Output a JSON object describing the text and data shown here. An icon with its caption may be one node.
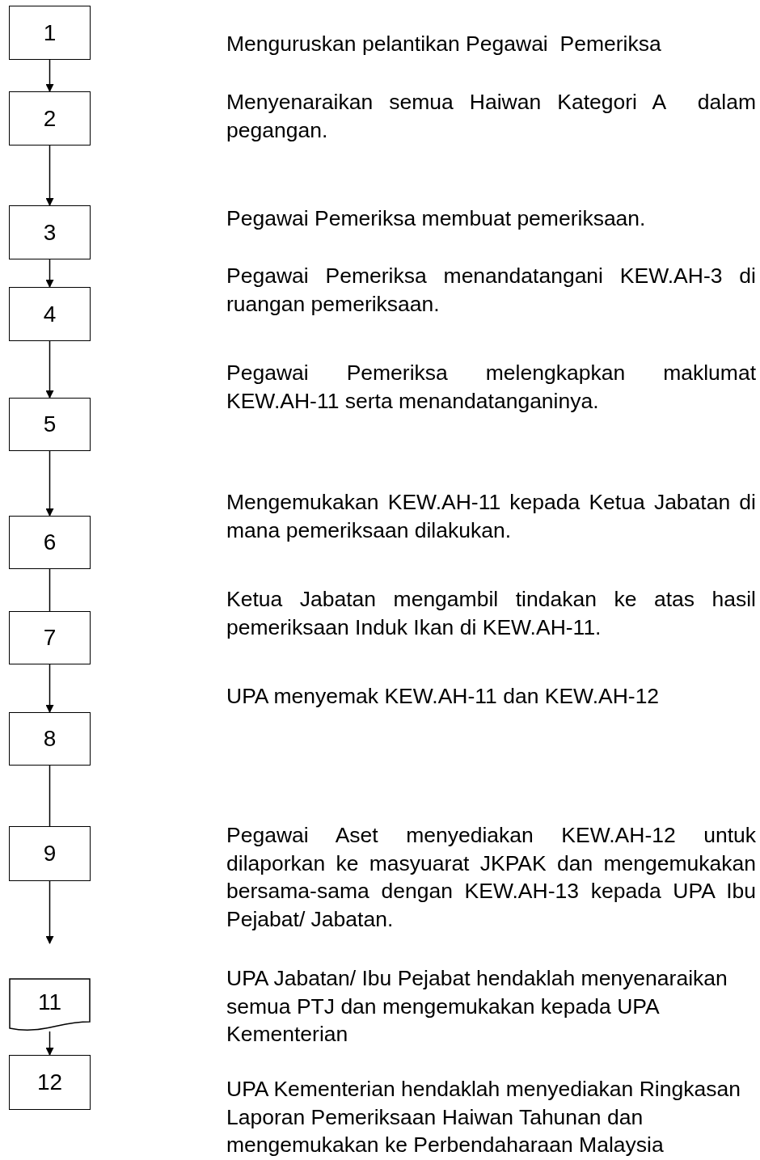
{
  "diagram": {
    "nodes": [
      {
        "text": [
          "1"
        ]
      },
      {
        "text": [
          "2"
        ]
      },
      {
        "text": [
          "3"
        ]
      },
      {
        "text": [
          "4"
        ]
      },
      {
        "text": [
          "5"
        ]
      },
      {
        "text": [
          "6"
        ]
      },
      {
        "text": [
          "7"
        ]
      },
      {
        "text": [
          "8"
        ]
      },
      {
        "text": [
          "9"
        ]
      },
      {
        "text": [
          "11"
        ]
      },
      {
        "text": [
          "12"
        ]
      }
    ],
    "edges": [
      {
        "from": 0,
        "to": 1,
        "arrow": "to"
      },
      {
        "from": 1,
        "to": 2,
        "arrow": "to"
      },
      {
        "from": 2,
        "to": 3,
        "arrow": "to"
      },
      {
        "from": 3,
        "to": 4,
        "arrow": "to"
      },
      {
        "from": 4,
        "to": 5,
        "arrow": "to"
      },
      {
        "from": 5,
        "to": 6,
        "arrow": "none"
      },
      {
        "from": 6,
        "to": 7,
        "arrow": "to"
      },
      {
        "from": 7,
        "to": 8,
        "arrow": "none"
      },
      {
        "from": 8,
        "to": null,
        "arrow": "to"
      },
      {
        "from": 9,
        "to": 10,
        "arrow": "to"
      }
    ],
    "labels": [
      "Menguruskan pelantikan Pegawai  Pemeriksa",
      "Menyenaraikan semua Haiwan Kategori A  dalam pegangan.",
      "Pegawai Pemeriksa membuat pemeriksaan.",
      "Pegawai Pemeriksa menandatangani KEW.AH-3 di ruangan pemeriksaan.",
      "Pegawai Pemeriksa melengkapkan maklumat KEW.AH-11 serta menandatanganinya.",
      "Mengemukakan KEW.AH-11 kepada Ketua Jabatan di mana pemeriksaan dilakukan.",
      "Ketua Jabatan mengambil tindakan ke atas hasil pemeriksaan Induk Ikan di KEW.AH-11.",
      "UPA menyemak KEW.AH-11 dan KEW.AH-12",
      "Pegawai Aset menyediakan KEW.AH-12 untuk dilaporkan ke masyuarat JKPAK dan mengemukakan bersama-sama dengan KEW.AH-13 kepada UPA Ibu Pejabat/ Jabatan.",
      "UPA Jabatan/ Ibu Pejabat hendaklah menyenaraikan semua PTJ dan mengemukakan kepada UPA Kementerian",
      "UPA Kementerian hendaklah menyediakan Ringkasan Laporan Pemeriksaan Haiwan Tahunan dan mengemukakan ke Perbendaharaan Malaysia"
    ]
  }
}
